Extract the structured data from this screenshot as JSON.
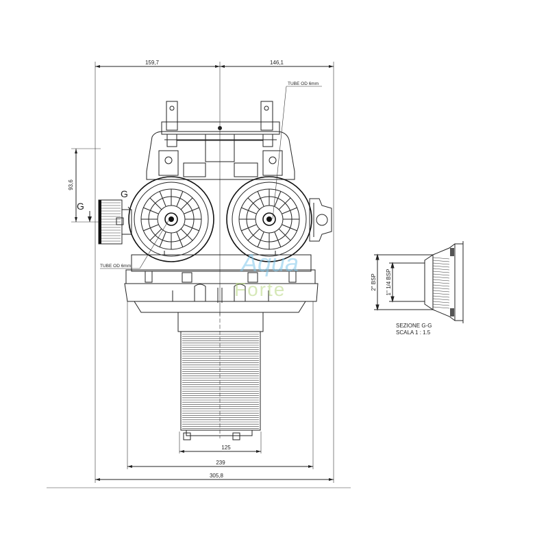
{
  "dimensions": {
    "top_left": "159,7",
    "top_right": "146,1",
    "left_height": "93,6",
    "filter_width": "125",
    "body_width": "239",
    "overall_width": "305,8"
  },
  "labels": {
    "tube_top": "TUBE OD 6mm",
    "tube_bottom": "TUBE OD 6mm",
    "section_mark_left": "G",
    "section_mark_top": "G",
    "thread_outer": "2\" BSP",
    "thread_inner": "1\" 1/4 BSP",
    "section_title": "SEZIONE G-G",
    "section_scale": "SCALA 1 : 1.5"
  },
  "watermark": {
    "line1": "Aqua",
    "line2": "Forte",
    "color1": "#7fc8ec",
    "color2": "#bcd98a"
  }
}
